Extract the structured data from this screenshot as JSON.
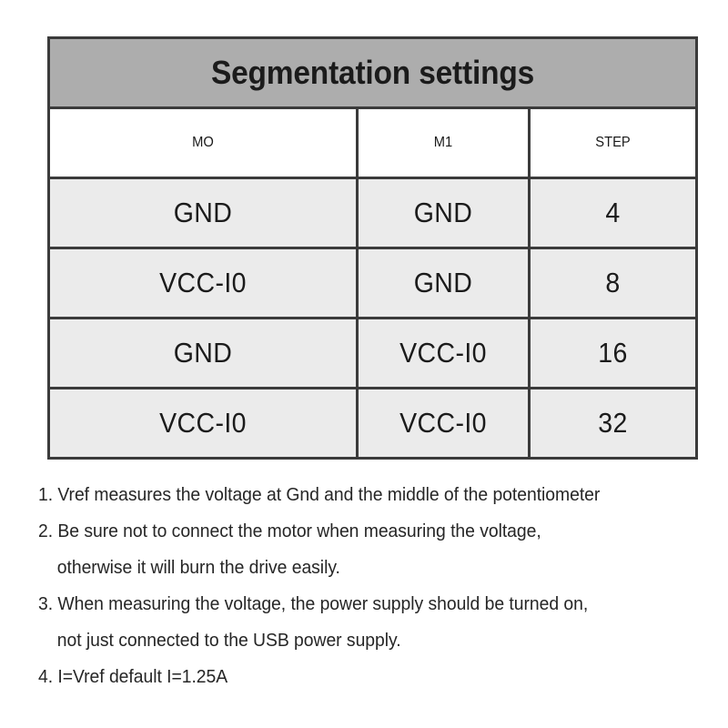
{
  "table": {
    "title": "Segmentation settings",
    "columns": [
      "MO",
      "M1",
      "STEP"
    ],
    "rows": [
      [
        "GND",
        "GND",
        "4"
      ],
      [
        "VCC-I0",
        "GND",
        "8"
      ],
      [
        "GND",
        "VCC-I0",
        "16"
      ],
      [
        "VCC-I0",
        "VCC-I0",
        "32"
      ]
    ]
  },
  "notes": [
    {
      "text": "1. Vref measures the voltage at Gnd and the middle of the potentiometer",
      "continuation": false
    },
    {
      "text": "2. Be sure not to connect the motor when measuring the voltage,",
      "continuation": false
    },
    {
      "text": "otherwise it will burn the drive easily.",
      "continuation": true
    },
    {
      "text": "3. When measuring the voltage, the power supply should be turned on,",
      "continuation": false
    },
    {
      "text": "not just connected to the USB power supply.",
      "continuation": true
    },
    {
      "text": "4. I=Vref default I=1.25A",
      "continuation": false
    }
  ],
  "colors": {
    "title_background": "#adadad",
    "cell_background": "#ebebeb",
    "border": "#3b3b3b",
    "text": "#1b1b1b",
    "note_text": "#262626",
    "page_background": "#ffffff"
  }
}
